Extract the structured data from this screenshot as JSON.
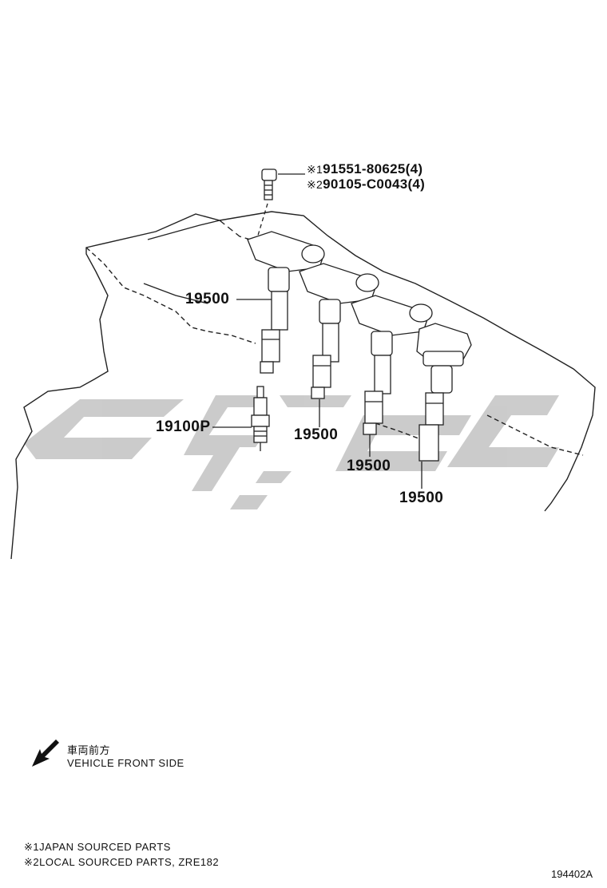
{
  "callouts": {
    "bolt_1": {
      "mark": "※1",
      "text": "91551-80625(4)"
    },
    "bolt_2": {
      "mark": "※2",
      "text": "90105-C0043(4)"
    },
    "coil_1": "19500",
    "coil_2": "19500",
    "coil_3": "19500",
    "coil_4": "19500",
    "spark_plug": "19100P"
  },
  "front_indicator": {
    "japanese": "車両前方",
    "english": "VEHICLE FRONT SIDE",
    "icon": "arrow-down-left-icon"
  },
  "notes": [
    {
      "mark": "※1",
      "text": "JAPAN SOURCED PARTS"
    },
    {
      "mark": "※2",
      "text": "LOCAL SOURCED PARTS, ZRE182"
    }
  ],
  "figure_number": "194402A",
  "watermark": {
    "icon": "brand-watermark-logo",
    "color": "#c8c8c8"
  },
  "line_color": "#222222"
}
